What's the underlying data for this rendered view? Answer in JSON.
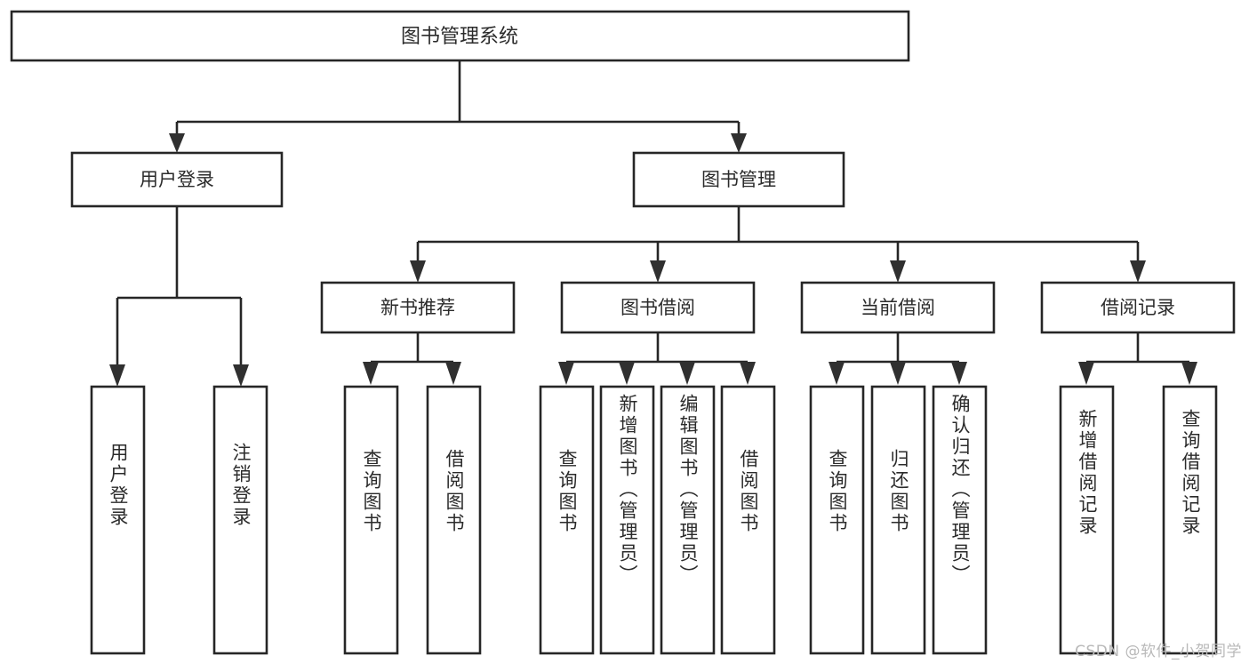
{
  "diagram": {
    "type": "tree",
    "title": "图书管理系统",
    "watermark": "CSDN @软件_小贺同学",
    "colors": {
      "box_stroke": "#262626",
      "box_fill": "#ffffff",
      "connector": "#262626",
      "text": "#2b2b2b",
      "watermark": "#b9b9b9",
      "background": "#ffffff"
    },
    "root": {
      "id": "root",
      "label": "图书管理系统"
    },
    "level1": [
      {
        "id": "user-login",
        "label": "用户登录"
      },
      {
        "id": "book-manage",
        "label": "图书管理"
      }
    ],
    "level2": [
      {
        "id": "new-book-recommend",
        "label": "新书推荐",
        "parent": "book-manage"
      },
      {
        "id": "book-borrow",
        "label": "图书借阅",
        "parent": "book-manage"
      },
      {
        "id": "current-borrow",
        "label": "当前借阅",
        "parent": "book-manage"
      },
      {
        "id": "borrow-record",
        "label": "借阅记录",
        "parent": "book-manage"
      }
    ],
    "leaves": [
      {
        "id": "leaf-user-login",
        "label": "用户登录",
        "parent": "user-login"
      },
      {
        "id": "leaf-user-logout",
        "label": "注销登录",
        "parent": "user-login"
      },
      {
        "id": "leaf-query-book-1",
        "label": "查询图书",
        "parent": "new-book-recommend"
      },
      {
        "id": "leaf-borrow-book-1",
        "label": "借阅图书",
        "parent": "new-book-recommend"
      },
      {
        "id": "leaf-query-book-2",
        "label": "查询图书",
        "parent": "book-borrow"
      },
      {
        "id": "leaf-add-book",
        "label": "新增图书（管理员）",
        "parent": "book-borrow"
      },
      {
        "id": "leaf-edit-book",
        "label": "编辑图书（管理员）",
        "parent": "book-borrow"
      },
      {
        "id": "leaf-borrow-book-2",
        "label": "借阅图书",
        "parent": "book-borrow"
      },
      {
        "id": "leaf-query-book-3",
        "label": "查询图书",
        "parent": "current-borrow"
      },
      {
        "id": "leaf-return-book",
        "label": "归还图书",
        "parent": "current-borrow"
      },
      {
        "id": "leaf-confirm-return",
        "label": "确认归还（管理员）",
        "parent": "current-borrow"
      },
      {
        "id": "leaf-add-record",
        "label": "新增借阅记录",
        "parent": "borrow-record"
      },
      {
        "id": "leaf-query-record",
        "label": "查询借阅记录",
        "parent": "borrow-record"
      }
    ]
  }
}
